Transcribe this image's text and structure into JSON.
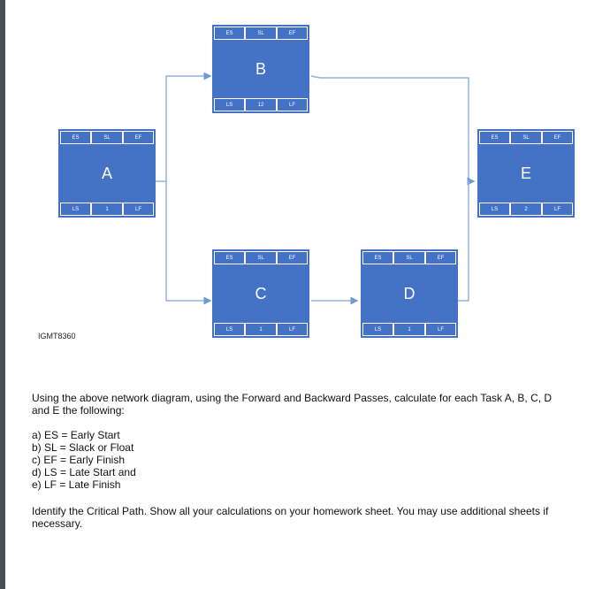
{
  "colors": {
    "node_fill": "#4472c4",
    "connector": "#8fb3df"
  },
  "diagram": {
    "nodes": [
      {
        "id": "a",
        "name": "A",
        "es": "ES",
        "sl_top": "SL",
        "ef": "EF",
        "ls": "LS",
        "sl_value": "1",
        "lf": "LF"
      },
      {
        "id": "b",
        "name": "B",
        "es": "ES",
        "sl_top": "SL",
        "ef": "EF",
        "ls": "LS",
        "sl_value": "12",
        "lf": "LF"
      },
      {
        "id": "c",
        "name": "C",
        "es": "ES",
        "sl_top": "SL",
        "ef": "EF",
        "ls": "LS",
        "sl_value": "1",
        "lf": "LF"
      },
      {
        "id": "d",
        "name": "D",
        "es": "ES",
        "sl_top": "SL",
        "ef": "EF",
        "ls": "LS",
        "sl_value": "1",
        "lf": "LF"
      },
      {
        "id": "e",
        "name": "E",
        "es": "ES",
        "sl_top": "SL",
        "ef": "EF",
        "ls": "LS",
        "sl_value": "2",
        "lf": "LF"
      }
    ],
    "edges": [
      {
        "from": "A",
        "to": "B"
      },
      {
        "from": "A",
        "to": "C"
      },
      {
        "from": "C",
        "to": "D"
      },
      {
        "from": "B",
        "to": "E"
      },
      {
        "from": "D",
        "to": "E"
      }
    ]
  },
  "course_code": "IGMT8360",
  "instructions": {
    "intro": "Using the above network diagram, using the Forward and Backward Passes, calculate for each Task A, B, C, D and E the following:",
    "items": [
      "a)  ES = Early Start",
      "b)  SL = Slack or Float",
      "c)  EF = Early Finish",
      "d)  LS = Late Start and",
      "e)  LF = Late Finish"
    ],
    "closing": "Identify the Critical Path. Show all your calculations on your homework sheet. You may use additional sheets if necessary."
  }
}
